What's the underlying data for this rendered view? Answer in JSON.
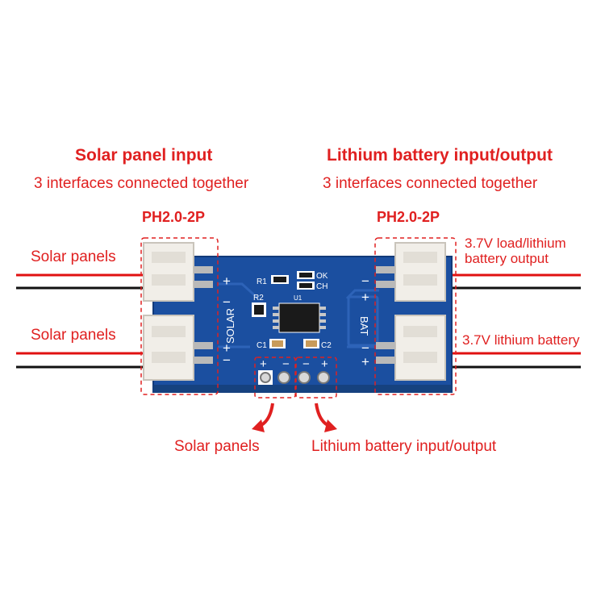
{
  "header": {
    "left_title": "Solar panel input",
    "left_subtitle": "3 interfaces connected together",
    "right_title": "Lithium battery input/output",
    "right_subtitle": "3 interfaces connected together"
  },
  "connectors": {
    "left_type": "PH2.0-2P",
    "right_type": "PH2.0-2P"
  },
  "wire_labels": {
    "left_top": "Solar panels",
    "left_bottom": "Solar panels",
    "right_top_line1": "3.7V load/lithium",
    "right_top_line2": "battery output",
    "right_bottom": "3.7V lithium battery"
  },
  "bottom_labels": {
    "left": "Solar panels",
    "right": "Lithium battery input/output"
  },
  "silkscreen": {
    "solar": "SOLAR",
    "bat": "BAT",
    "r1": "R1",
    "r2": "R2",
    "c1": "C1",
    "c2": "C2",
    "ok": "OK",
    "ch": "CH",
    "u1": "U1",
    "plus": "+",
    "minus": "−"
  },
  "colors": {
    "accent_red": "#e02020",
    "pcb_blue": "#1b4fa0",
    "wire_red": "#e01010",
    "wire_black": "#111111"
  }
}
